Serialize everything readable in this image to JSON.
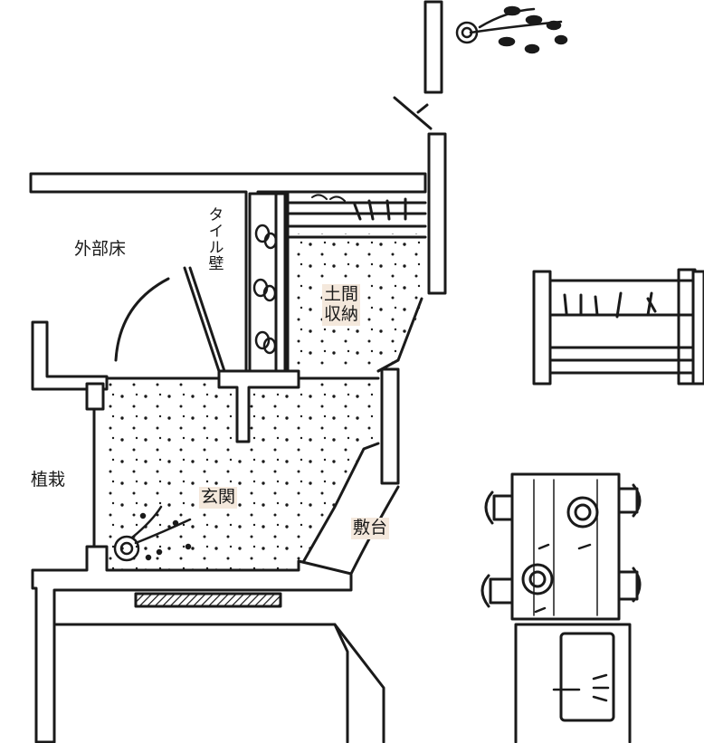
{
  "labels": {
    "exterior_floor": "外部床",
    "tile_wall": "タイル壁",
    "earthen_storage": "土間\n収納",
    "planting": "植栽",
    "entrance": "玄関",
    "step_platform": "敷台"
  },
  "colors": {
    "ink": "#1a1a1a",
    "label_bg": "#f4e8dc",
    "paper": "#ffffff"
  }
}
